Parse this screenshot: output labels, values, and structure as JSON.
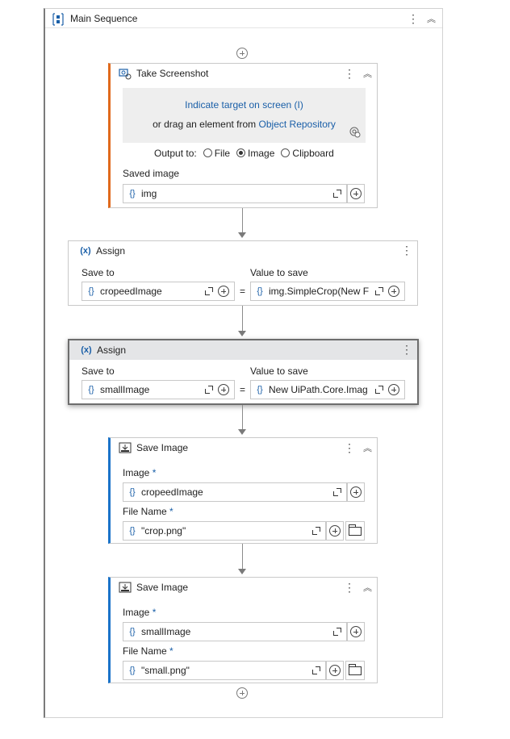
{
  "sequence": {
    "title": "Main Sequence"
  },
  "take_screenshot": {
    "title": "Take Screenshot",
    "indicate_link": "Indicate target on screen (I)",
    "drag_text": "or drag an element from",
    "repo_link": "Object Repository",
    "output_label": "Output to:",
    "options": [
      "File",
      "Image",
      "Clipboard"
    ],
    "selected_option": "Image",
    "saved_image_label": "Saved image",
    "saved_image_value": "img"
  },
  "assign1": {
    "title": "Assign",
    "save_to_label": "Save to",
    "save_to_value": "cropeedImage",
    "value_label": "Value to save",
    "value_value": "img.SimpleCrop(New F",
    "equals": "="
  },
  "assign2": {
    "title": "Assign",
    "save_to_label": "Save to",
    "save_to_value": "smallImage",
    "value_label": "Value to save",
    "value_value": "New UiPath.Core.Imag",
    "equals": "="
  },
  "save_image1": {
    "title": "Save Image",
    "image_label": "Image",
    "image_value": "cropeedImage",
    "filename_label": "File Name",
    "filename_value": "\"crop.png\"",
    "required_mark": "*"
  },
  "save_image2": {
    "title": "Save Image",
    "image_label": "Image",
    "image_value": "smallImage",
    "filename_label": "File Name",
    "filename_value": "\"small.png\"",
    "required_mark": "*"
  },
  "icons": {
    "brace": "{}",
    "kebab": "⋮",
    "collapse": "︽",
    "assign_icon": "(x)"
  },
  "colors": {
    "accent_orange": "#e06a1c",
    "accent_blue": "#1a73c9",
    "link_blue": "#1a5fa8"
  }
}
